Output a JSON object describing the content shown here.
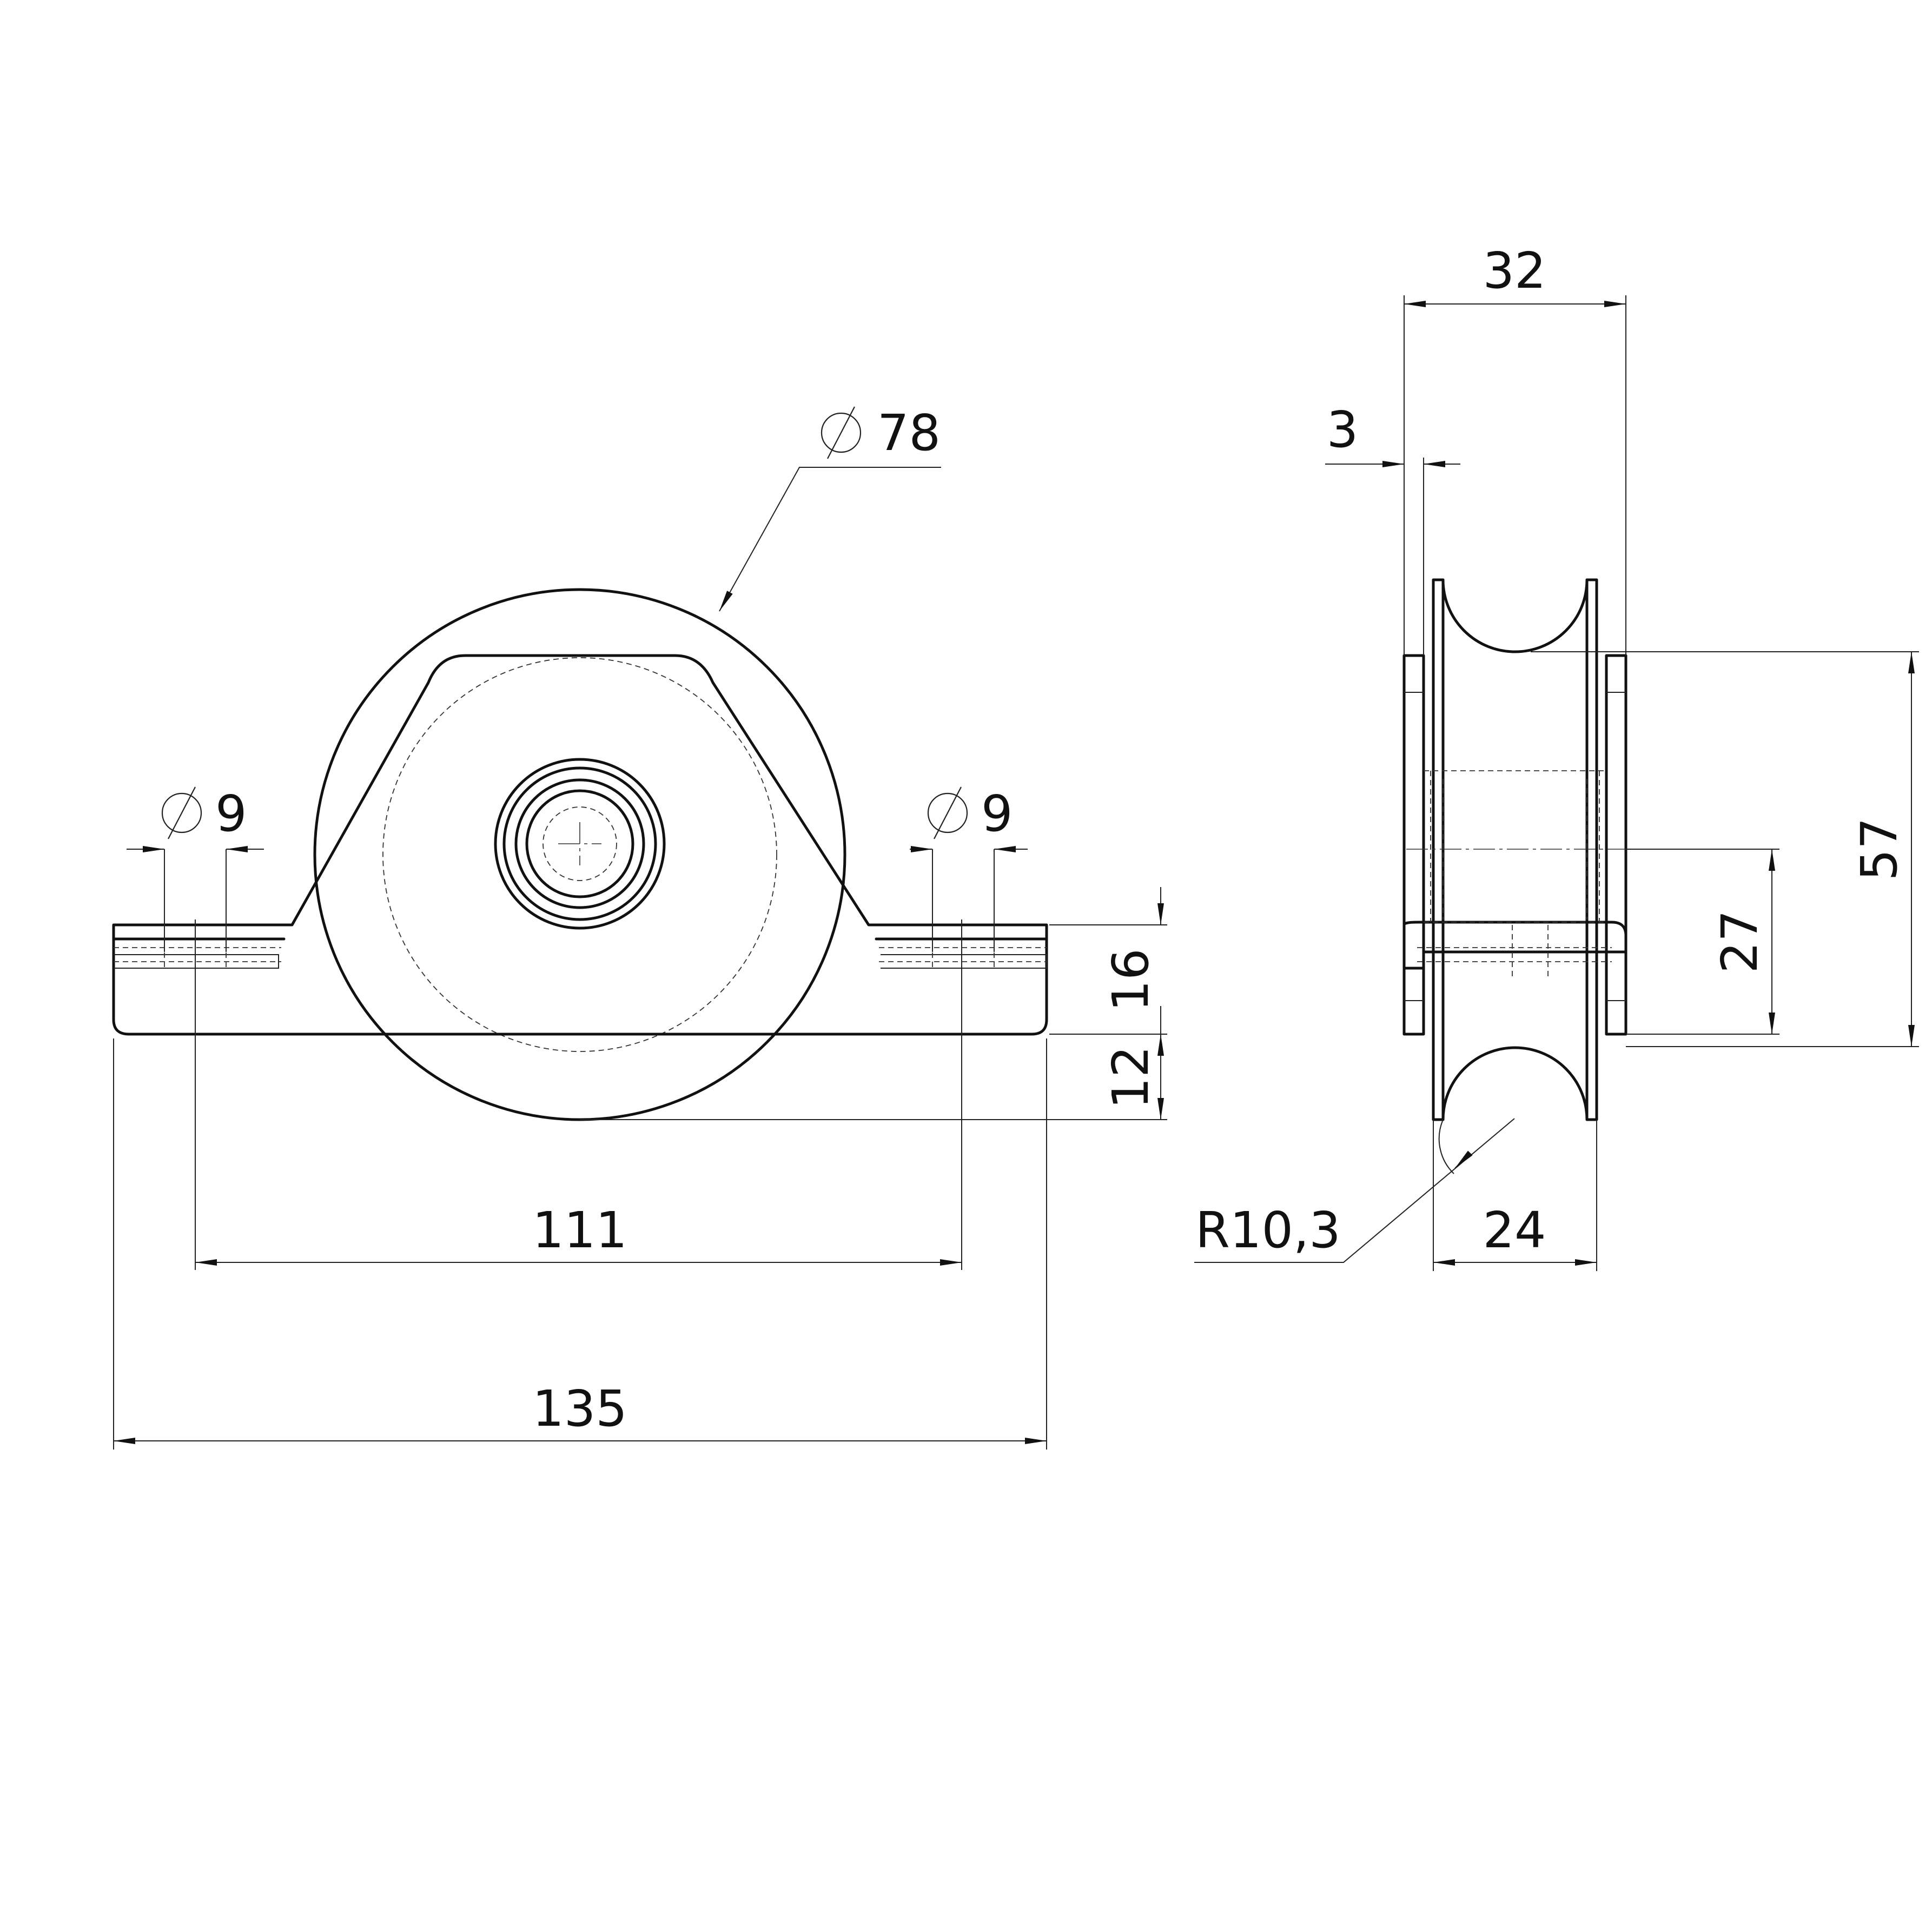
{
  "drawing": {
    "front_view": {
      "wheel_diameter": "78",
      "hole_diameter_left": "9",
      "hole_diameter_right": "9",
      "hole_spacing": "111",
      "overall_length": "135",
      "base_height": "16",
      "wheel_protrusion": "12"
    },
    "side_view": {
      "overall_width": "32",
      "plate_thickness": "3",
      "groove_radius": "R10,3",
      "wheel_width": "24",
      "axle_height": "27",
      "bracket_height": "57"
    },
    "symbols": {
      "diameter": "diameter-symbol"
    }
  }
}
